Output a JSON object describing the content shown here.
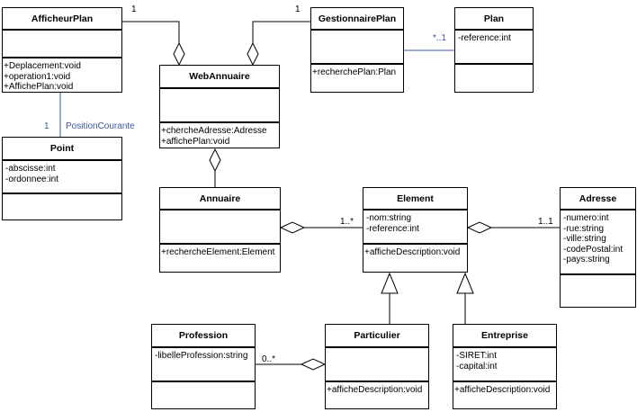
{
  "classes": [
    {
      "id": "afficheurplan",
      "name": "AfficheurPlan",
      "attributes": [],
      "operations": [
        "+Deplacement:void",
        "+operation1:void",
        "+AffichePlan:void"
      ]
    },
    {
      "id": "gestionnaireplan",
      "name": "GestionnairePlan",
      "attributes": [],
      "operations": [
        "+recherchePlan:Plan"
      ]
    },
    {
      "id": "plan",
      "name": "Plan",
      "attributes": [
        "-reference:int"
      ],
      "operations": []
    },
    {
      "id": "webannuaire",
      "name": "WebAnnuaire",
      "attributes": [],
      "operations": [
        "+chercheAdresse:Adresse",
        "+affichePlan:void"
      ]
    },
    {
      "id": "point",
      "name": "Point",
      "attributes": [
        "-abscisse:int",
        "-ordonnee:int"
      ],
      "operations": []
    },
    {
      "id": "annuaire",
      "name": "Annuaire",
      "attributes": [],
      "operations": [
        "+rechercheElement:Element"
      ]
    },
    {
      "id": "element",
      "name": "Element",
      "attributes": [
        "-nom:string",
        "-reference:int"
      ],
      "operations": [
        "+afficheDescription:void"
      ]
    },
    {
      "id": "adresse",
      "name": "Adresse",
      "attributes": [
        "-numero:int",
        "-rue:string",
        "-ville:string",
        "-codePostal:int",
        "-pays:string"
      ],
      "operations": []
    },
    {
      "id": "profession",
      "name": "Profession",
      "attributes": [
        "-libelleProfession:string"
      ],
      "operations": []
    },
    {
      "id": "particulier",
      "name": "Particulier",
      "attributes": [],
      "operations": [
        "+afficheDescription:void"
      ]
    },
    {
      "id": "entreprise",
      "name": "Entreprise",
      "attributes": [
        "-SIRET:int",
        "-capital:int"
      ],
      "operations": [
        "+afficheDescription:void"
      ]
    }
  ],
  "relations": [
    {
      "type": "aggregation",
      "from": "afficheurplan",
      "to": "webannuaire",
      "multiplicity": "1"
    },
    {
      "type": "aggregation",
      "from": "gestionnaireplan",
      "to": "webannuaire",
      "multiplicity": "1"
    },
    {
      "type": "association",
      "from": "gestionnaireplan",
      "to": "plan",
      "multiplicity": "*..1",
      "color": "#3a55a8"
    },
    {
      "type": "association",
      "from": "afficheurplan",
      "to": "point",
      "multiplicity": "1",
      "role": "PositionCourante",
      "color": "#3a55a8"
    },
    {
      "type": "aggregation",
      "from": "annuaire",
      "to": "webannuaire"
    },
    {
      "type": "aggregation",
      "from": "element",
      "to": "annuaire",
      "multiplicity": "1..*"
    },
    {
      "type": "aggregation",
      "from": "adresse",
      "to": "element",
      "multiplicity": "1..1"
    },
    {
      "type": "generalization",
      "from": "particulier",
      "to": "element"
    },
    {
      "type": "generalization",
      "from": "entreprise",
      "to": "element"
    },
    {
      "type": "aggregation",
      "from": "profession",
      "to": "particulier",
      "multiplicity": "0..*"
    }
  ]
}
